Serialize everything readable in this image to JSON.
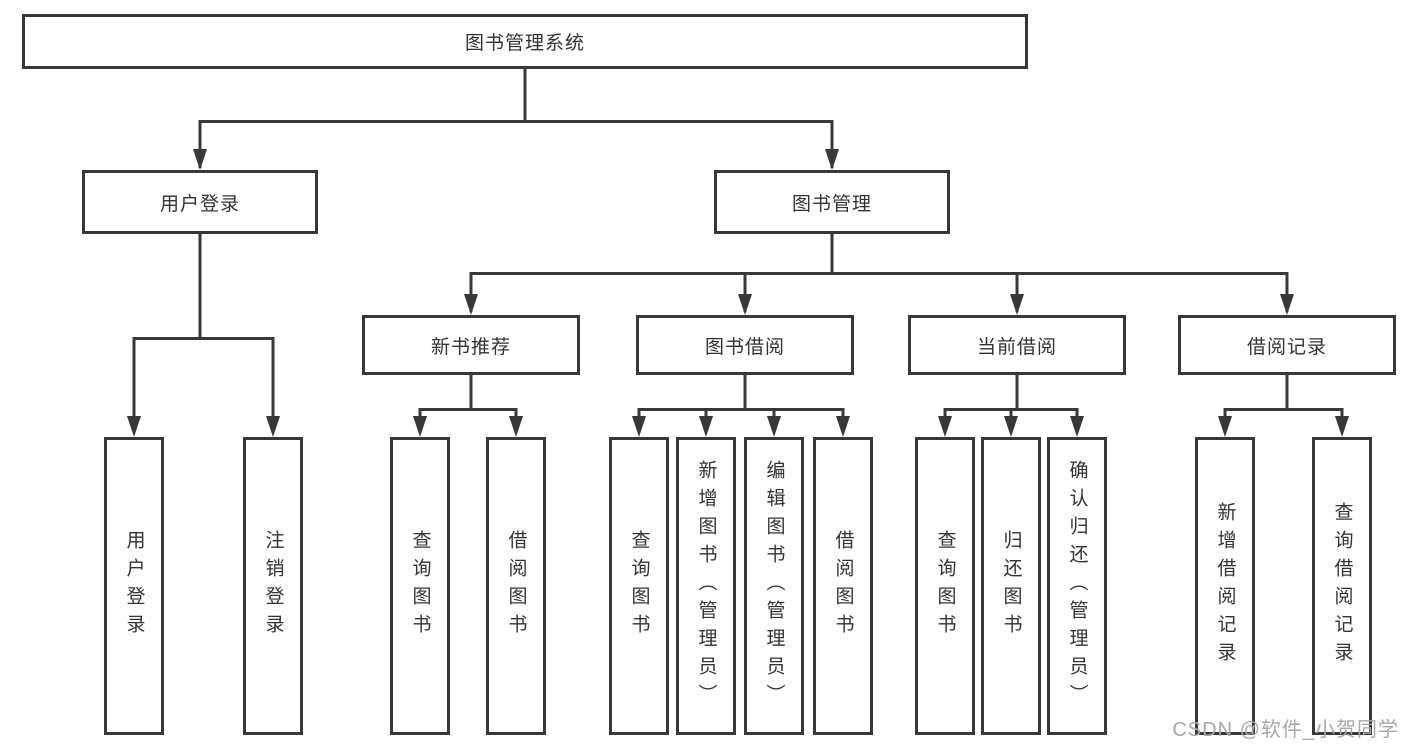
{
  "diagram": {
    "root": {
      "label": "图书管理系统"
    },
    "level2": [
      {
        "label": "用户登录",
        "children": [
          {
            "label": "用户登录"
          },
          {
            "label": "注销登录"
          }
        ]
      },
      {
        "label": "图书管理",
        "children": [
          {
            "label": "新书推荐",
            "children": [
              {
                "label": "查询图书"
              },
              {
                "label": "借阅图书"
              }
            ]
          },
          {
            "label": "图书借阅",
            "children": [
              {
                "label": "查询图书"
              },
              {
                "label": "新增图书（管理员）"
              },
              {
                "label": "编辑图书（管理员）"
              },
              {
                "label": "借阅图书"
              }
            ]
          },
          {
            "label": "当前借阅",
            "children": [
              {
                "label": "查询图书"
              },
              {
                "label": "归还图书"
              },
              {
                "label": "确认归还（管理员）"
              }
            ]
          },
          {
            "label": "借阅记录",
            "children": [
              {
                "label": "新增借阅记录"
              },
              {
                "label": "查询借阅记录"
              }
            ]
          }
        ]
      }
    ]
  },
  "watermark": {
    "text": "CSDN @软件_小贺同学"
  },
  "colors": {
    "line": "#383838",
    "text": "#333333",
    "watermark": "#a8a8a8",
    "background": "#ffffff"
  }
}
